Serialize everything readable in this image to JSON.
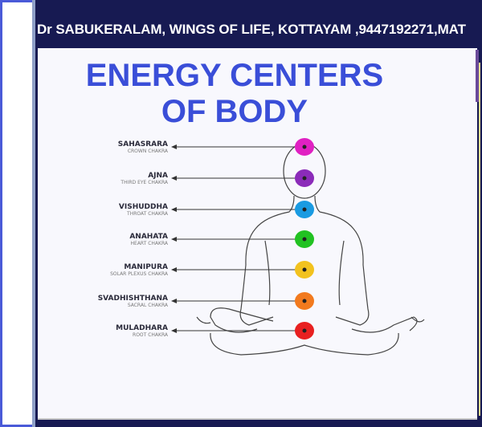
{
  "banner": "Dr SABUKERALAM, WINGS OF LIFE, KOTTAYAM ,9447192271,MAT",
  "title_line1": "ENERGY CENTERS",
  "title_line2": "OF BODY",
  "chakras": [
    {
      "name": "SAHASRARA",
      "sub": "CROWN CHAKRA",
      "color": "#e021c2"
    },
    {
      "name": "AJNA",
      "sub": "THIRD EYE CHAKRA",
      "color": "#8b2bb9"
    },
    {
      "name": "VISHUDDHA",
      "sub": "THROAT CHAKRA",
      "color": "#1a9be2"
    },
    {
      "name": "ANAHATA",
      "sub": "HEART CHAKRA",
      "color": "#22c222"
    },
    {
      "name": "MANIPURA",
      "sub": "SOLAR PLEXUS CHAKRA",
      "color": "#f2c21e"
    },
    {
      "name": "SVADHISHTHANA",
      "sub": "SACRAL CHAKRA",
      "color": "#f27a1e"
    },
    {
      "name": "MULADHARA",
      "sub": "ROOT CHAKRA",
      "color": "#e82020"
    }
  ]
}
